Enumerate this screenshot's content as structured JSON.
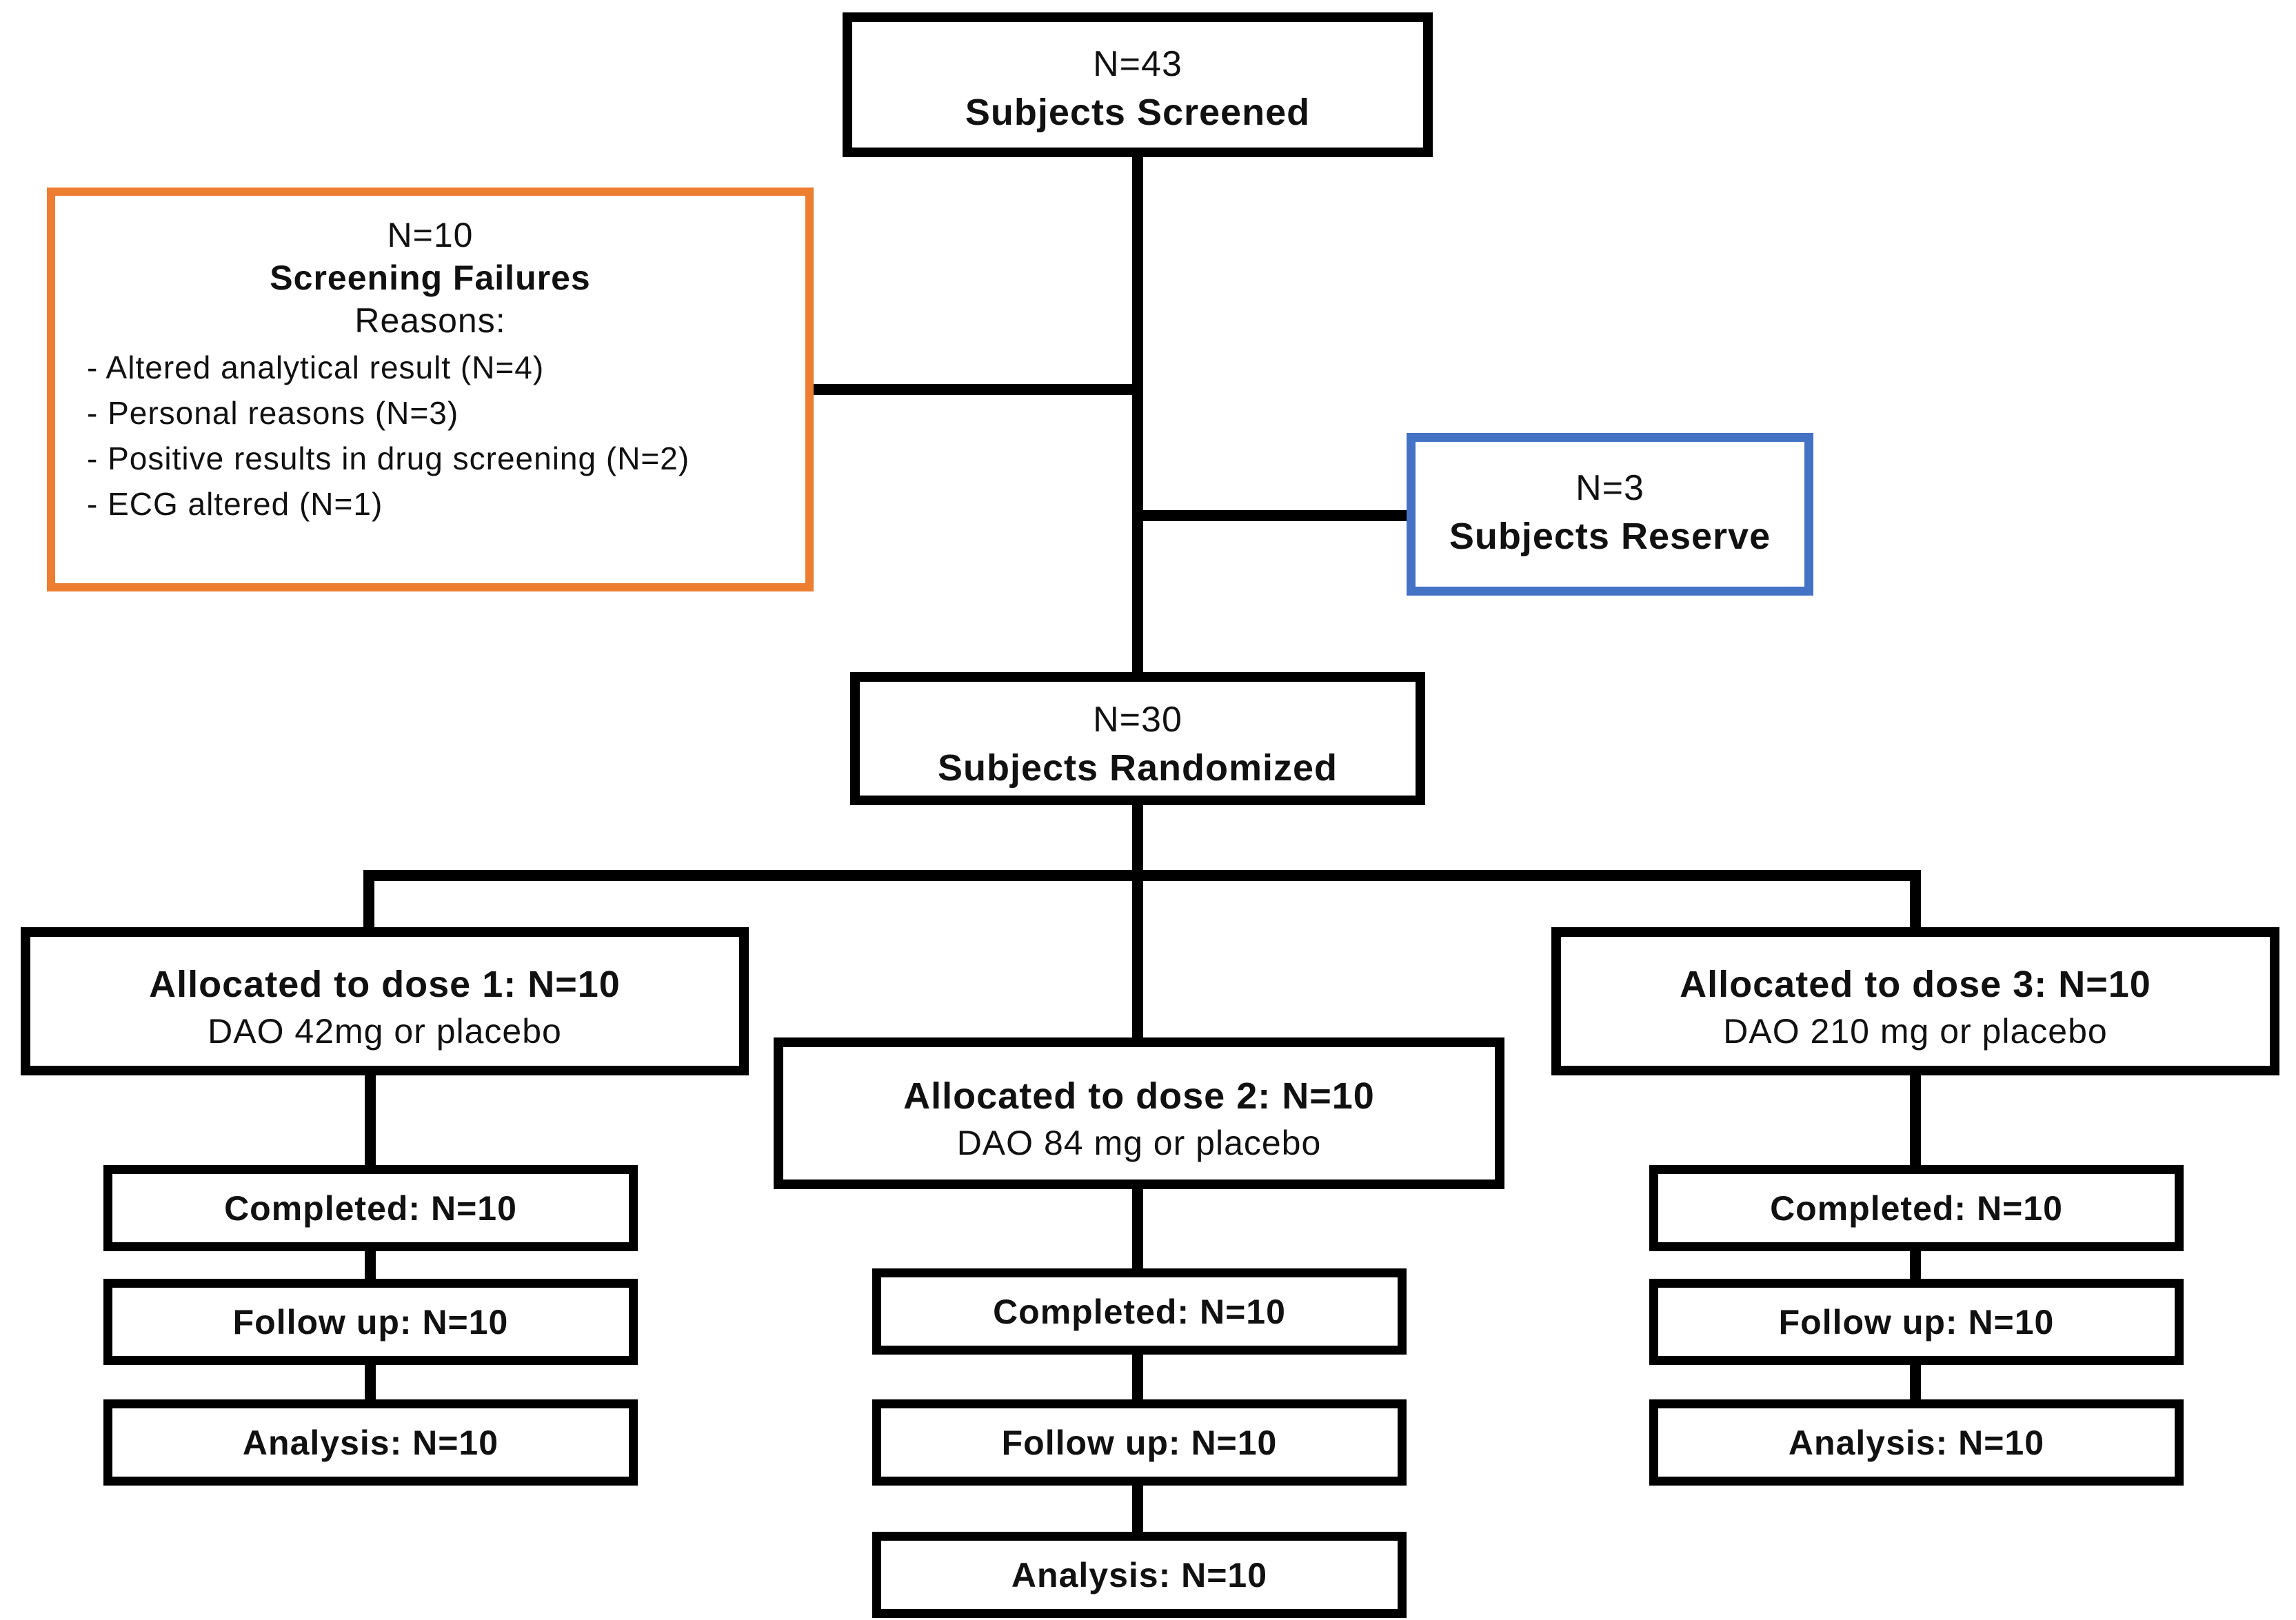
{
  "diagram": {
    "screened": {
      "n": "N=43",
      "label": "Subjects Screened"
    },
    "screening_failures": {
      "n": "N=10",
      "label": "Screening Failures",
      "reasons_title": "Reasons:",
      "reasons": [
        "- Altered analytical result (N=4)",
        "- Personal reasons (N=3)",
        "- Positive results in drug screening (N=2)",
        "- ECG altered (N=1)"
      ]
    },
    "reserve": {
      "n": "N=3",
      "label": "Subjects Reserve"
    },
    "randomized": {
      "n": "N=30",
      "label": "Subjects Randomized"
    },
    "arms": [
      {
        "allocation": "Allocated to dose 1: N=10",
        "treatment": "DAO 42mg or placebo",
        "completed": "Completed: N=10",
        "follow_up": "Follow up: N=10",
        "analysis": "Analysis: N=10"
      },
      {
        "allocation": "Allocated to dose 2: N=10",
        "treatment": "DAO 84 mg or placebo",
        "completed": "Completed: N=10",
        "follow_up": "Follow up: N=10",
        "analysis": "Analysis: N=10"
      },
      {
        "allocation": "Allocated to dose 3: N=10",
        "treatment": "DAO 210 mg or placebo",
        "completed": "Completed: N=10",
        "follow_up": "Follow up: N=10",
        "analysis": "Analysis: N=10"
      }
    ],
    "colors": {
      "failures_border": "#ED7D31",
      "reserve_border": "#4472C4",
      "node_border": "#000000"
    }
  }
}
